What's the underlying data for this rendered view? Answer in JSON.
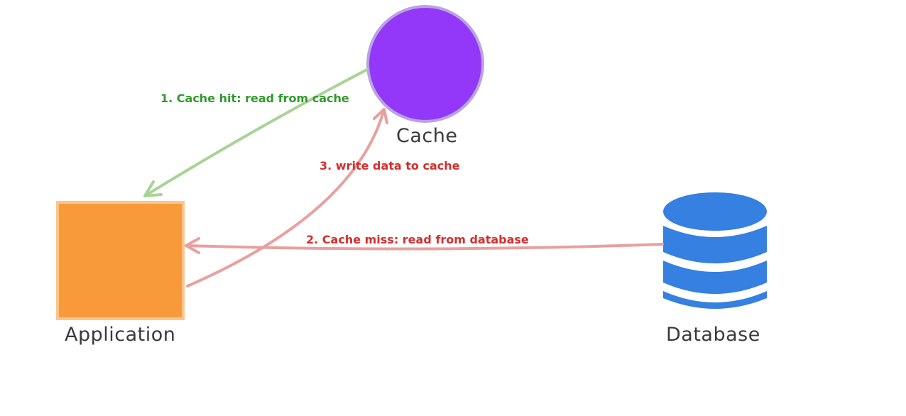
{
  "nodes": {
    "cache": {
      "label": "Cache",
      "color": "#9337f8",
      "border": "#b9a3e0"
    },
    "application": {
      "label": "Application",
      "color": "#f89a3a",
      "border": "#fbc58d"
    },
    "database": {
      "label": "Database",
      "color": "#3580e0"
    }
  },
  "edges": {
    "hit": {
      "label": "1. Cache hit: read from cache",
      "line_color": "#a9d396",
      "text_color": "#2e9a2a"
    },
    "miss": {
      "label": "2. Cache miss: read from database",
      "line_color": "#e8a09e",
      "text_color": "#d32f2f"
    },
    "write": {
      "label": "3. write data to cache",
      "line_color": "#e8a09e",
      "text_color": "#d32f2f"
    }
  }
}
